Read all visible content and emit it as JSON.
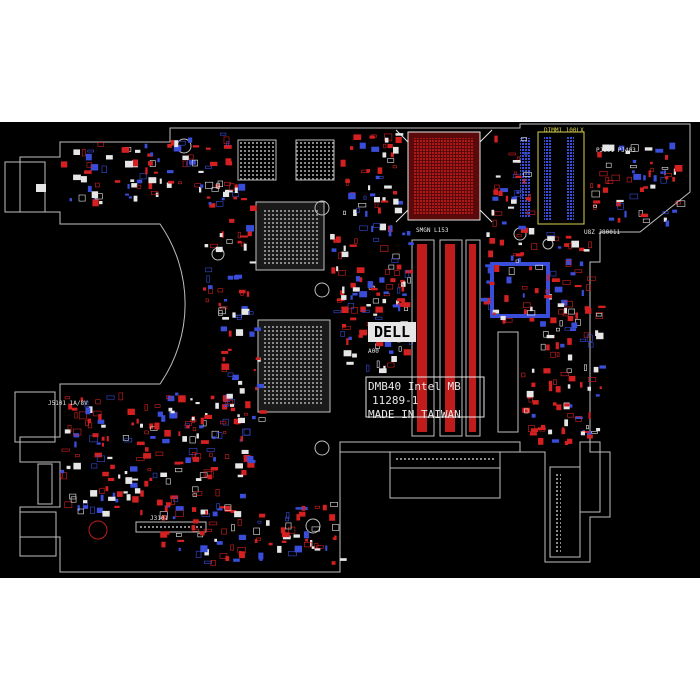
{
  "logo": {
    "text": "DELL"
  },
  "silkscreen": {
    "model": "DMB40 Intel MB",
    "board_number": "11289-1",
    "origin": "MADE IN TAIWAN",
    "revision": "A00"
  },
  "palette": {
    "background": "#000000",
    "outline": "#bfbfbf",
    "pad_red": "#d42020",
    "pad_blue": "#3a4dd8",
    "label_yellow": "#d8d050",
    "silk_white": "#e6e6e6"
  },
  "component_labels": [
    {
      "text": "DIMM1 100LX"
    },
    {
      "text": "PJ601 PJ403"
    },
    {
      "text": "J5101 1A/8V"
    },
    {
      "text": "J3101"
    },
    {
      "text": "SMGN L153"
    },
    {
      "text": "U8Z J80011"
    }
  ]
}
